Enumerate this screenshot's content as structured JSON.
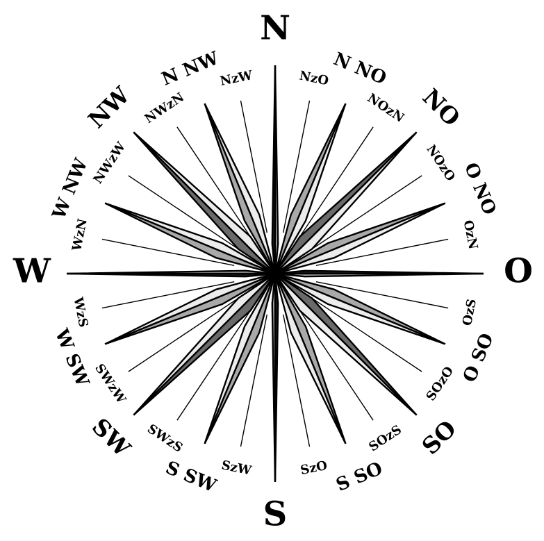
{
  "compass": {
    "center_colors": {
      "dark": "#1a1a1a",
      "medium": "#a9a9a9",
      "dark_gray": "#6a6a6a",
      "light": "#ececec",
      "outline": "#000000",
      "background": "#ffffff"
    },
    "points": [
      {
        "label": "N",
        "bearing": 0,
        "rank": 0
      },
      {
        "label": "NzO",
        "bearing": 11.25,
        "rank": 3
      },
      {
        "label": "N NO",
        "bearing": 22.5,
        "rank": 2
      },
      {
        "label": "NOzN",
        "bearing": 33.75,
        "rank": 3
      },
      {
        "label": "NO",
        "bearing": 45,
        "rank": 1
      },
      {
        "label": "NOzO",
        "bearing": 56.25,
        "rank": 3
      },
      {
        "label": "O NO",
        "bearing": 67.5,
        "rank": 2
      },
      {
        "label": "OzN",
        "bearing": 78.75,
        "rank": 3
      },
      {
        "label": "O",
        "bearing": 90,
        "rank": 0
      },
      {
        "label": "OzS",
        "bearing": 101.25,
        "rank": 3
      },
      {
        "label": "O SO",
        "bearing": 112.5,
        "rank": 2
      },
      {
        "label": "SOzO",
        "bearing": 123.75,
        "rank": 3
      },
      {
        "label": "SO",
        "bearing": 135,
        "rank": 1
      },
      {
        "label": "SOzS",
        "bearing": 146.25,
        "rank": 3
      },
      {
        "label": "S SO",
        "bearing": 157.5,
        "rank": 2
      },
      {
        "label": "SzO",
        "bearing": 168.75,
        "rank": 3
      },
      {
        "label": "S",
        "bearing": 180,
        "rank": 0
      },
      {
        "label": "SzW",
        "bearing": 191.25,
        "rank": 3
      },
      {
        "label": "S SW",
        "bearing": 202.5,
        "rank": 2
      },
      {
        "label": "SWzS",
        "bearing": 213.75,
        "rank": 3
      },
      {
        "label": "SW",
        "bearing": 225,
        "rank": 1
      },
      {
        "label": "SWzW",
        "bearing": 236.25,
        "rank": 3
      },
      {
        "label": "W SW",
        "bearing": 247.5,
        "rank": 2
      },
      {
        "label": "WzS",
        "bearing": 258.75,
        "rank": 3
      },
      {
        "label": "W",
        "bearing": 270,
        "rank": 0
      },
      {
        "label": "WzN",
        "bearing": 281.25,
        "rank": 3
      },
      {
        "label": "W NW",
        "bearing": 292.5,
        "rank": 2
      },
      {
        "label": "NWzW",
        "bearing": 303.75,
        "rank": 3
      },
      {
        "label": "NW",
        "bearing": 315,
        "rank": 1
      },
      {
        "label": "NWzN",
        "bearing": 326.25,
        "rank": 3
      },
      {
        "label": "N NW",
        "bearing": 337.5,
        "rank": 2
      },
      {
        "label": "NzW",
        "bearing": 348.75,
        "rank": 3
      }
    ]
  }
}
